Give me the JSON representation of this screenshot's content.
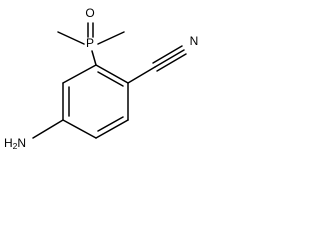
{
  "molecule": {
    "atoms": {
      "oxygen": "O",
      "phosphorus": "P",
      "nitrogen": "N",
      "amine_h": "H",
      "amine_subscript": "2",
      "amine_n": "N"
    }
  }
}
